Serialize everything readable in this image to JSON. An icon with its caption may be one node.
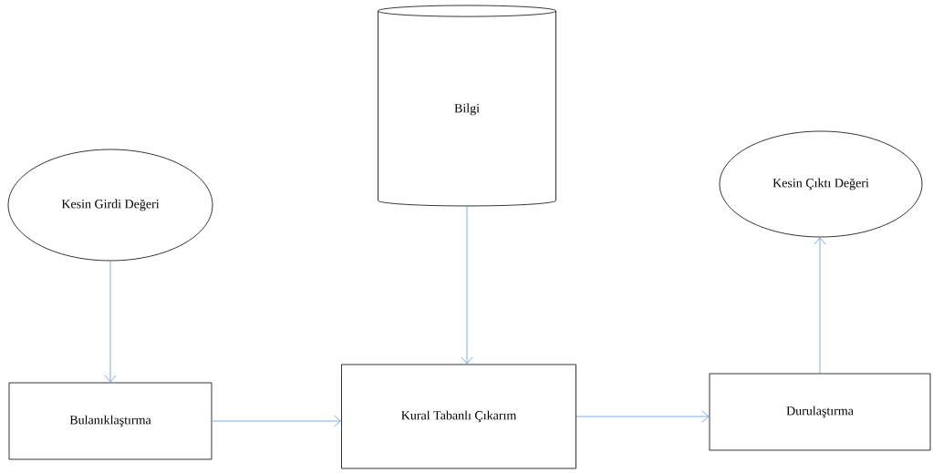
{
  "diagram": {
    "nodes": [
      {
        "text": [
          "Kesin Girdi Değeri"
        ]
      },
      {
        "text": [
          "Bilgi"
        ]
      },
      {
        "text": [
          "Kesin Çıktı Değeri"
        ]
      },
      {
        "text": [
          "Bulanıklaştırma"
        ]
      },
      {
        "text": [
          "Kural Tabanlı Çıkarım"
        ]
      },
      {
        "text": [
          "Durulaştırma"
        ]
      }
    ],
    "edges": [
      {
        "from": 0,
        "to": 3,
        "arrow": "to"
      },
      {
        "from": 1,
        "to": 4,
        "arrow": "to"
      },
      {
        "from": 3,
        "to": 4,
        "arrow": "to"
      },
      {
        "from": 4,
        "to": 5,
        "arrow": "to"
      },
      {
        "from": 5,
        "to": 2,
        "arrow": "to"
      }
    ]
  }
}
